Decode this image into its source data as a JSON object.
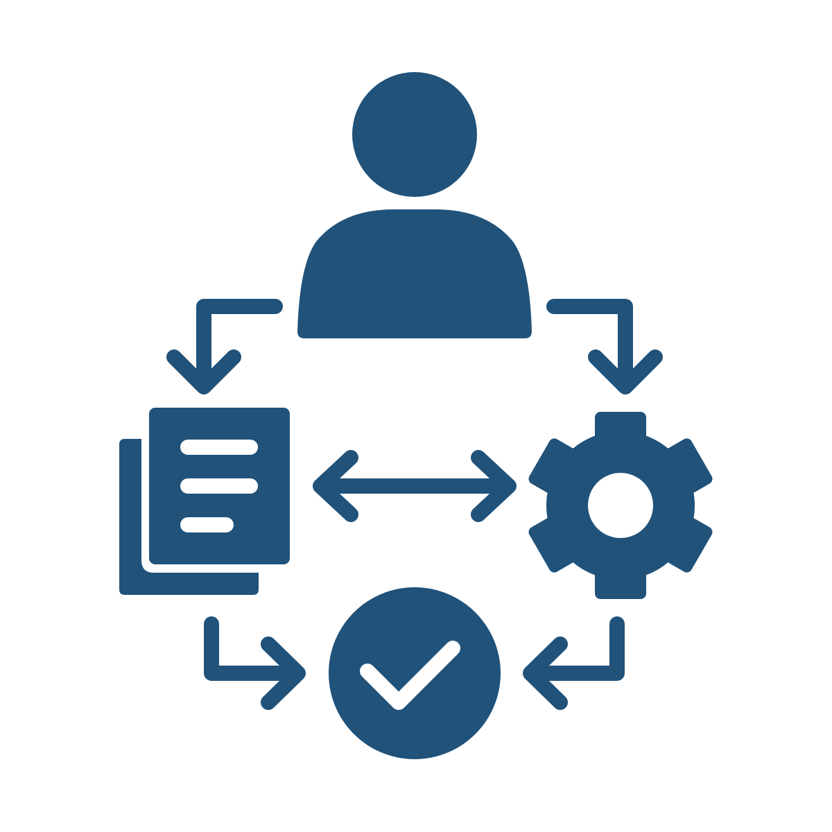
{
  "colors": {
    "primary": "#20527a",
    "background": "#ffffff"
  },
  "icons": [
    "user-icon",
    "document-icon",
    "gear-icon",
    "checkmark-circle-icon"
  ],
  "connectors": [
    "arrow-user-to-document",
    "arrow-user-to-gear",
    "arrow-document-gear-bidirectional",
    "arrow-document-to-check",
    "arrow-gear-to-check"
  ]
}
